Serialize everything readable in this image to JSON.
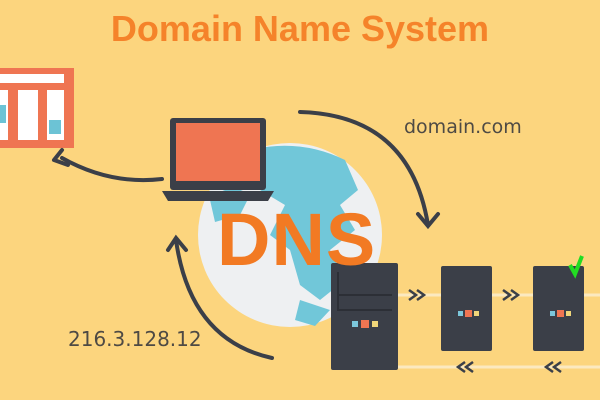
{
  "title": "Domain Name System",
  "labels": {
    "domain": "domain.com",
    "ip_address": "216.3.128.12",
    "center": "DNS"
  },
  "nodes": [
    "browser-window",
    "laptop",
    "globe",
    "server-1",
    "server-2",
    "server-3"
  ],
  "flow": {
    "forward_symbol": ">>",
    "back_symbol": "<<"
  },
  "colors": {
    "background": "#fcd57e",
    "title": "#f5832a",
    "dark": "#3b3f48",
    "laptop_screen": "#ef7552",
    "globe": "#71c7d9",
    "check": "#22dd22"
  }
}
